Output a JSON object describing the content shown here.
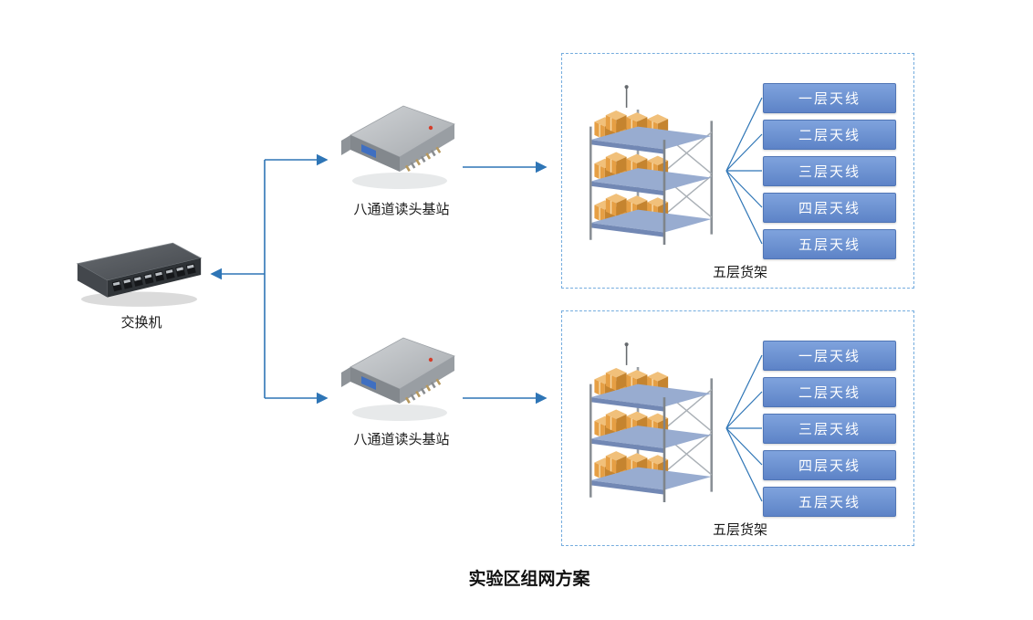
{
  "title": "实验区组网方案",
  "switch": {
    "label": "交换机"
  },
  "readers": [
    {
      "label": "八通道读头基站"
    },
    {
      "label": "八通道读头基站"
    }
  ],
  "racks": [
    {
      "label": "五层货架",
      "antennas": [
        "一层天线",
        "二层天线",
        "三层天线",
        "四层天线",
        "五层天线"
      ]
    },
    {
      "label": "五层货架",
      "antennas": [
        "一层天线",
        "二层天线",
        "三层天线",
        "四层天线",
        "五层天线"
      ]
    }
  ],
  "colors": {
    "connector_blue": "#2E75B6",
    "antenna_box_blue": "#6C92D2",
    "panel_dashed_border": "#74ACDE",
    "carton_orange": "#E69F44",
    "shelf_beam_blue": "#98ACD0"
  }
}
